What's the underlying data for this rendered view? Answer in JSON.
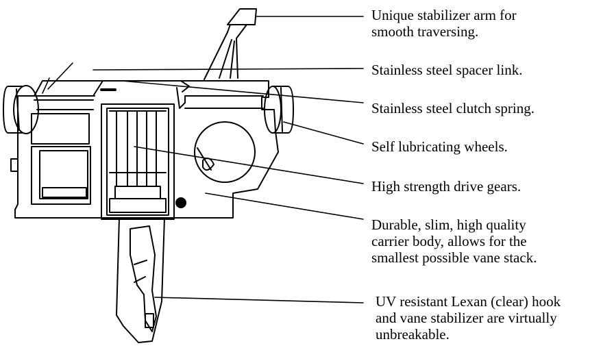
{
  "diagram": {
    "colors": {
      "ink": "#000000",
      "paper": "#ffffff"
    },
    "callouts": [
      {
        "id": "stabilizer-arm",
        "lines": [
          "Unique stabilizer arm for",
          "smooth traversing."
        ]
      },
      {
        "id": "spacer-link",
        "lines": [
          "Stainless steel spacer link."
        ]
      },
      {
        "id": "clutch-spring",
        "lines": [
          "Stainless steel clutch spring."
        ]
      },
      {
        "id": "wheels",
        "lines": [
          "Self lubricating wheels."
        ]
      },
      {
        "id": "drive-gears",
        "lines": [
          "High strength drive gears."
        ]
      },
      {
        "id": "carrier-body",
        "lines": [
          "Durable, slim, high quality",
          "carrier body, allows for the",
          "smallest possible vane stack."
        ]
      },
      {
        "id": "hook",
        "lines": [
          "UV resistant Lexan (clear) hook",
          "and vane  stabilizer are virtually",
          "unbreakable."
        ]
      }
    ]
  }
}
